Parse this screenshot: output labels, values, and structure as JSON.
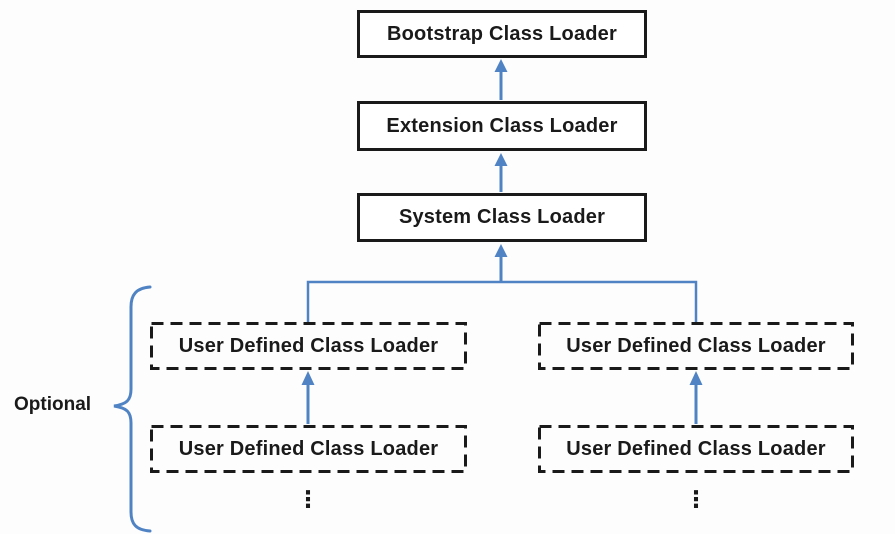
{
  "diagram": {
    "optional_label": "Optional",
    "ellipsis_glyph": "⋮",
    "nodes": {
      "bootstrap": {
        "label": "Bootstrap Class Loader",
        "style": "solid"
      },
      "extension": {
        "label": "Extension Class Loader",
        "style": "solid"
      },
      "system": {
        "label": "System Class Loader",
        "style": "solid"
      },
      "user_defined": [
        {
          "position": "left-top",
          "label": "User Defined Class Loader",
          "style": "dashed"
        },
        {
          "position": "left-bottom",
          "label": "User Defined Class Loader",
          "style": "dashed"
        },
        {
          "position": "right-top",
          "label": "User Defined Class Loader",
          "style": "dashed"
        },
        {
          "position": "right-bottom",
          "label": "User Defined Class Loader",
          "style": "dashed"
        }
      ]
    },
    "edges": [
      {
        "from": "Extension Class Loader",
        "to": "Bootstrap Class Loader",
        "type": "arrow-up"
      },
      {
        "from": "System Class Loader",
        "to": "Extension Class Loader",
        "type": "arrow-up"
      },
      {
        "from": "User Defined Class Loader (left-top)",
        "to": "System Class Loader",
        "type": "branch-connector-arrow-up"
      },
      {
        "from": "User Defined Class Loader (right-top)",
        "to": "System Class Loader",
        "type": "branch-connector-arrow-up"
      },
      {
        "from": "User Defined Class Loader (left-bottom)",
        "to": "User Defined Class Loader (left-top)",
        "type": "arrow-up"
      },
      {
        "from": "User Defined Class Loader (right-bottom)",
        "to": "User Defined Class Loader (right-top)",
        "type": "arrow-up"
      }
    ],
    "annotations": {
      "optional_brace_scope": "All User Defined Class Loader rows (marked Optional)"
    },
    "colors": {
      "accent_blue": "#5083c4",
      "ink_black": "#1a1a1a",
      "background": "#fdfdfd",
      "node_fill": "#ffffff"
    }
  }
}
